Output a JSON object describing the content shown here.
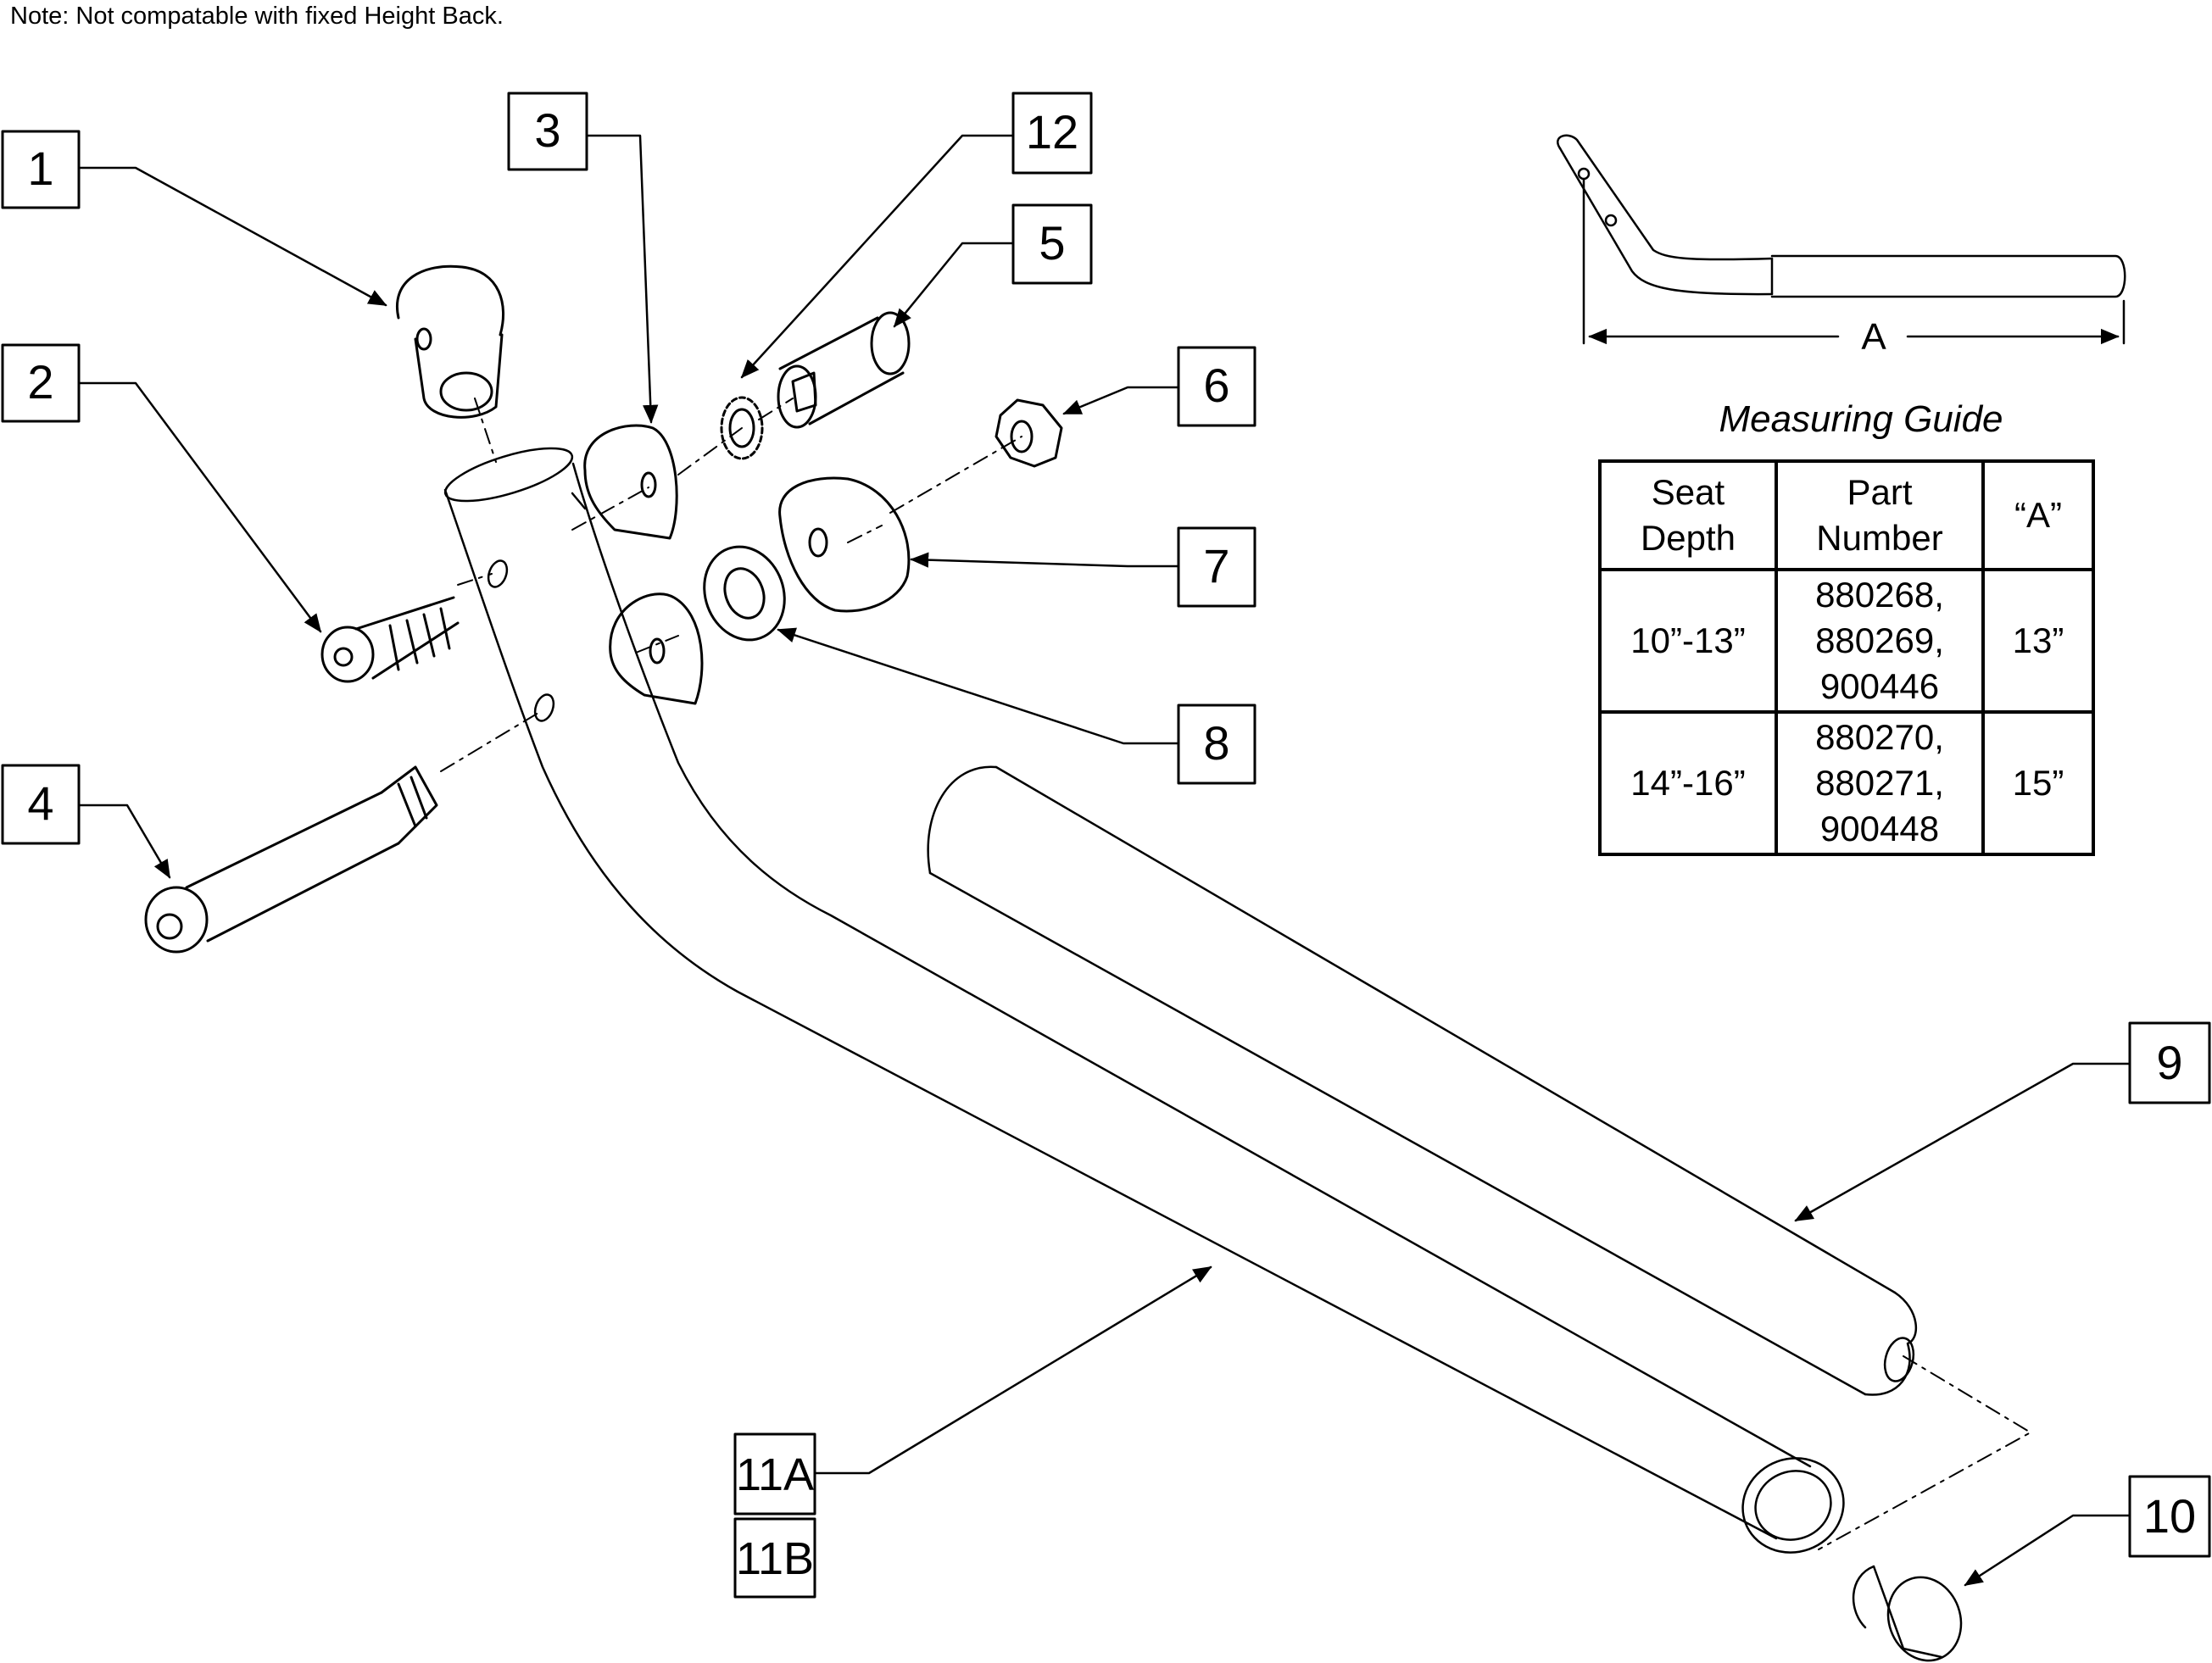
{
  "note": "Note: Not compatable with fixed Height Back.",
  "callouts": [
    {
      "id": "1",
      "label": "1"
    },
    {
      "id": "2",
      "label": "2"
    },
    {
      "id": "3",
      "label": "3"
    },
    {
      "id": "4",
      "label": "4"
    },
    {
      "id": "5",
      "label": "5"
    },
    {
      "id": "6",
      "label": "6"
    },
    {
      "id": "7",
      "label": "7"
    },
    {
      "id": "8",
      "label": "8"
    },
    {
      "id": "9",
      "label": "9"
    },
    {
      "id": "10",
      "label": "10"
    },
    {
      "id": "11a",
      "label": "11A"
    },
    {
      "id": "11b",
      "label": "11B"
    },
    {
      "id": "12",
      "label": "12"
    }
  ],
  "dimension_label": "A",
  "measuring_guide": {
    "title": "Measuring Guide",
    "headers": [
      [
        "Seat",
        "Depth"
      ],
      [
        "Part",
        "Number"
      ],
      [
        "“A”"
      ]
    ],
    "rows": [
      {
        "seat_depth": "10”-13”",
        "part_numbers": [
          "880268,",
          "880269,",
          "900446"
        ],
        "a": "13”"
      },
      {
        "seat_depth": "14”-16”",
        "part_numbers": [
          "880270,",
          "880271,",
          "900448"
        ],
        "a": "15”"
      }
    ]
  }
}
